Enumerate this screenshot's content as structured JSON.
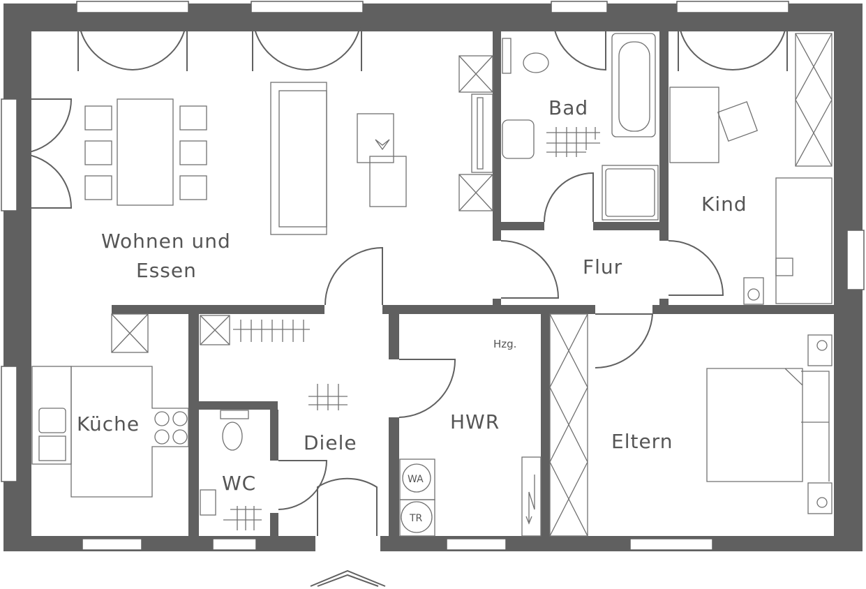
{
  "rooms": {
    "wohnen_line1": "Wohnen und",
    "wohnen_line2": "Essen",
    "bad": "Bad",
    "kind": "Kind",
    "flur": "Flur",
    "kueche": "Küche",
    "diele": "Diele",
    "wc": "WC",
    "hwr": "HWR",
    "eltern": "Eltern"
  },
  "fixtures": {
    "heating": "Hzg.",
    "washer": "WA",
    "dryer": "TR"
  },
  "colors": {
    "wall": "#606060"
  }
}
